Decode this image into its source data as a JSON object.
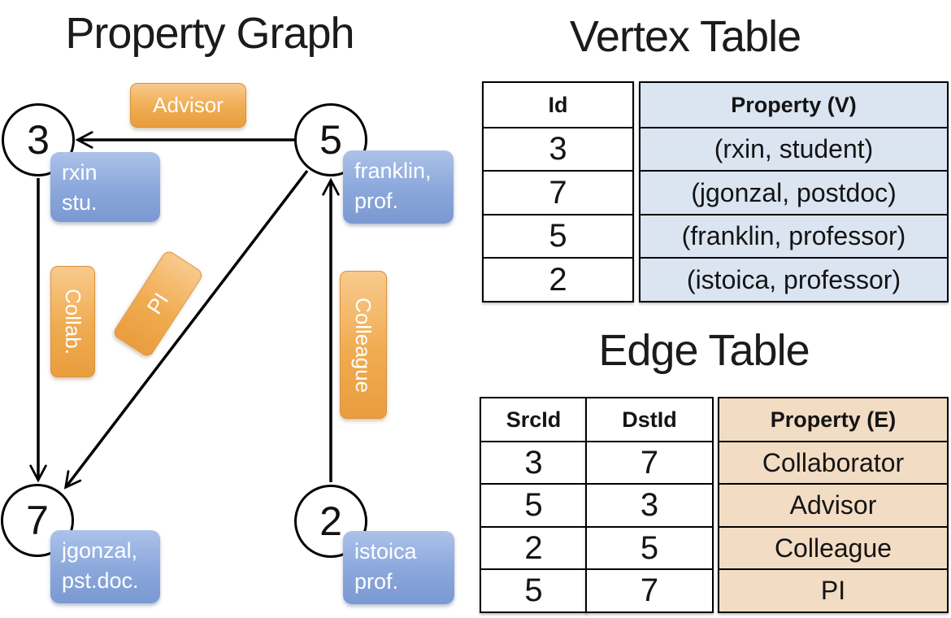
{
  "graph_panel": {
    "title": "Property Graph",
    "nodes": {
      "n3": {
        "id": "3",
        "prop_line1": "rxin",
        "prop_line2": "stu."
      },
      "n5": {
        "id": "5",
        "prop_line1": "franklin,",
        "prop_line2": "prof."
      },
      "n7": {
        "id": "7",
        "prop_line1": "jgonzal,",
        "prop_line2": "pst.doc."
      },
      "n2": {
        "id": "2",
        "prop_line1": "istoica",
        "prop_line2": "prof."
      }
    },
    "edge_labels": {
      "advisor": "Advisor",
      "collab": "Collab.",
      "pi": "PI",
      "colleague": "Colleague"
    },
    "edges": [
      {
        "src": "5",
        "dst": "3",
        "label": "Advisor"
      },
      {
        "src": "3",
        "dst": "7",
        "label": "Collab."
      },
      {
        "src": "5",
        "dst": "7",
        "label": "PI"
      },
      {
        "src": "2",
        "dst": "5",
        "label": "Colleague"
      }
    ]
  },
  "vertex_table": {
    "title": "Vertex Table",
    "columns": [
      "Id",
      "Property (V)"
    ],
    "rows": [
      [
        "3",
        "(rxin, student)"
      ],
      [
        "7",
        "(jgonzal, postdoc)"
      ],
      [
        "5",
        "(franklin, professor)"
      ],
      [
        "2",
        "(istoica, professor)"
      ]
    ]
  },
  "edge_table": {
    "title": "Edge Table",
    "columns": [
      "SrcId",
      "DstId",
      "Property (E)"
    ],
    "rows": [
      [
        "3",
        "7",
        "Collaborator"
      ],
      [
        "5",
        "3",
        "Advisor"
      ],
      [
        "2",
        "5",
        "Colleague"
      ],
      [
        "5",
        "7",
        "PI"
      ]
    ]
  },
  "colors": {
    "edge_label_orange": "#f0ab50",
    "vertex_box_blue": "#8aa7db",
    "vertex_table_fill": "#dbe5f2",
    "edge_table_fill": "#f2dcc3",
    "line_color": "#000000"
  }
}
